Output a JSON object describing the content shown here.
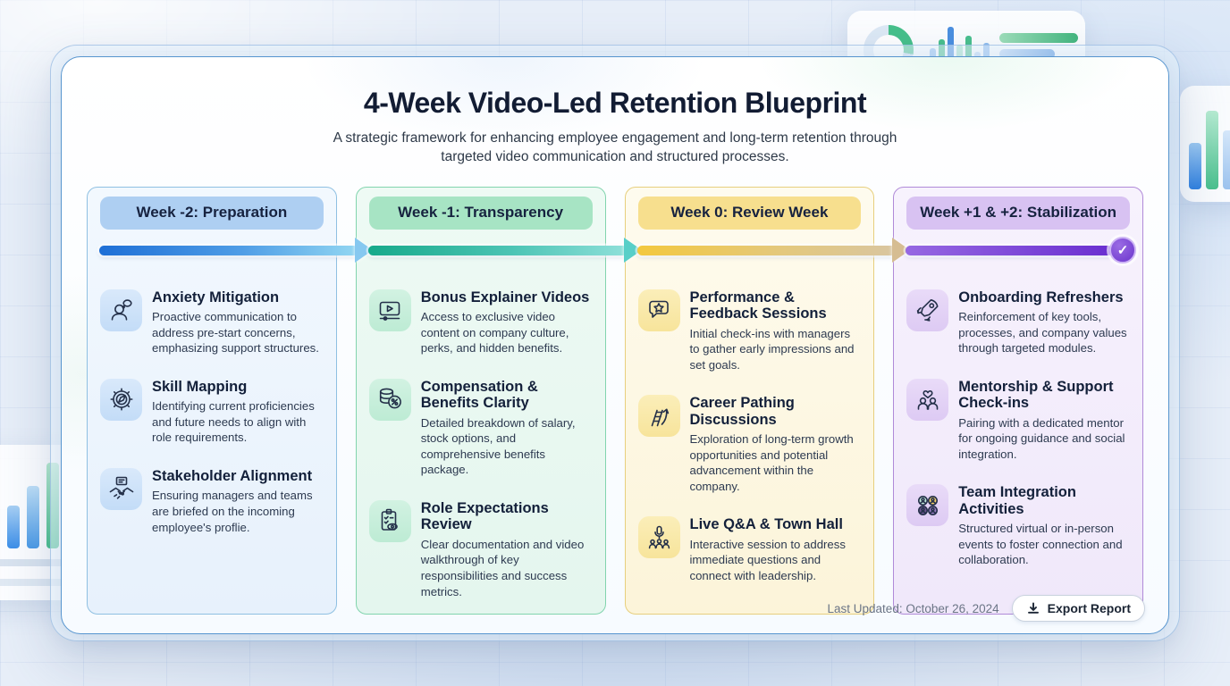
{
  "page": {
    "title": "4-Week Video-Led Retention Blueprint",
    "subtitle": "A strategic framework for enhancing employee engagement and long-term retention through targeted video communication and structured processes."
  },
  "columns": [
    {
      "header": "Week -2: Preparation",
      "accent": "#3b82d6",
      "header_bg": "#aecff2",
      "border": "#8fc0e2",
      "arrow_gradient": [
        "#1e6fd6",
        "#93d7f2"
      ],
      "items": [
        {
          "icon": "person-thought-icon",
          "title": "Anxiety Mitigation",
          "description": "Proactive communication to address pre-start concerns, emphasizing support structures."
        },
        {
          "icon": "gear-compass-icon",
          "title": "Skill Mapping",
          "description": "Identifying current proficiencies and future needs to align with role requirements."
        },
        {
          "icon": "handshake-document-icon",
          "title": "Stakeholder Alignment",
          "description": "Ensuring managers and teams are briefed on the incoming employee's proflie."
        }
      ]
    },
    {
      "header": "Week -1: Transparency",
      "accent": "#2aa87e",
      "header_bg": "#a7e4c4",
      "border": "#82d4ae",
      "arrow_gradient": [
        "#17a98a",
        "#8fe0da"
      ],
      "items": [
        {
          "icon": "video-play-icon",
          "title": "Bonus Explainer Videos",
          "description": "Access to exclusive video content on company culture, perks, and hidden benefits."
        },
        {
          "icon": "coins-percent-icon",
          "title": "Compensation & Benefits Clarity",
          "description": "Detailed breakdown of salary, stock options, and comprehensive benefits package."
        },
        {
          "icon": "clipboard-eye-icon",
          "title": "Role Expectations Review",
          "description": "Clear documentation and video walkthrough of key responsibilities and success metrics."
        }
      ]
    },
    {
      "header": "Week 0: Review Week",
      "accent": "#e5b93c",
      "header_bg": "#f7df8e",
      "border": "#e7cf7d",
      "arrow_gradient": [
        "#f3c83e",
        "#d9c6a0"
      ],
      "items": [
        {
          "icon": "chat-star-icon",
          "title": "Performance & Feedback Sessions",
          "description": "Initial check-ins with managers to gather early impressions and set goals."
        },
        {
          "icon": "ladder-arrow-icon",
          "title": "Career Pathing Discussions",
          "description": "Exploration of long-term growth opportunities and potential advancement within the company."
        },
        {
          "icon": "microphone-audience-icon",
          "title": "Live Q&A & Town Hall",
          "description": "Interactive session to address immediate questions and connect with leadership."
        }
      ]
    },
    {
      "header": "Week +1 & +2: Stabilization",
      "accent": "#7a44cc",
      "header_bg": "#d8c2f2",
      "border": "#b08ad8",
      "arrow_gradient": [
        "#9668e2",
        "#6a2fd0"
      ],
      "end_check": "✓",
      "items": [
        {
          "icon": "rocket-icon",
          "title": "Onboarding Refreshers",
          "description": "Reinforcement of key tools, processes, and company values through targeted modules."
        },
        {
          "icon": "people-heart-icon",
          "title": "Mentorship & Support Check-ins",
          "description": "Pairing with a dedicated mentor for ongoing guidance and social integration."
        },
        {
          "icon": "team-avatars-icon",
          "title": "Team Integration Activities",
          "description": "Structured virtual or in-person events to foster connection and collaboration."
        }
      ]
    }
  ],
  "footer": {
    "last_updated": "Last Updated: October 26, 2024",
    "export_label": "Export Report",
    "export_icon": "download-icon"
  }
}
